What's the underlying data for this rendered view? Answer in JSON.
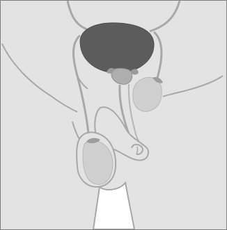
{
  "figure": {
    "colors": {
      "frame_border": "#7f7f7f",
      "background": "#ffffff",
      "skin": "#e3e3e3",
      "outline": "#a8a8a8",
      "bladder": "#5c5c5c",
      "prostate": "#aeaeae",
      "organ_light": "#cfcfcf",
      "organ_light_stroke": "#b9b9b9",
      "organ_cap": "#9d9d9d",
      "legs_gap": "#ffffff"
    },
    "structures": [
      "bladder",
      "ureters",
      "prostate",
      "seminal-vesicle",
      "vas-deferens",
      "testis",
      "penis",
      "urethra"
    ]
  }
}
